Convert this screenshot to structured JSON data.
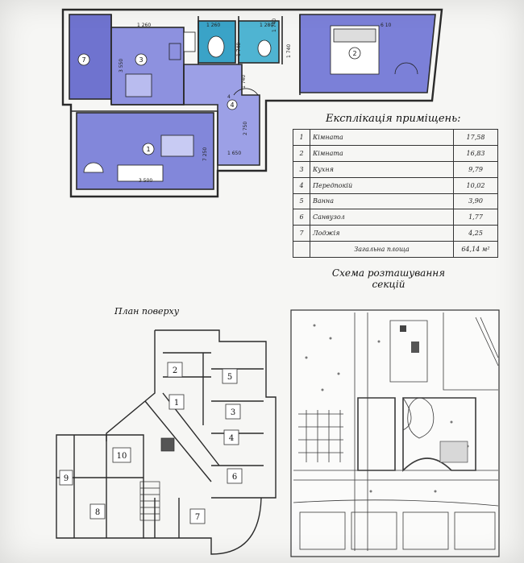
{
  "apartment_plan": {
    "room_labels": [
      "7",
      "3",
      "2",
      "1",
      "4"
    ],
    "dimensions": [
      "1 260",
      "1 260",
      "1 280",
      "1 740",
      "1 740",
      "1 740",
      "6 10",
      "3 550",
      "1 740",
      "2 750",
      "1 650",
      "7 250",
      "3 500",
      "4"
    ]
  },
  "explication": {
    "title": "Експлікація приміщень:",
    "rows": [
      {
        "num": "1",
        "name": "Кімната",
        "area": "17,58"
      },
      {
        "num": "2",
        "name": "Кімната",
        "area": "16,83"
      },
      {
        "num": "3",
        "name": "Кухня",
        "area": "9,79"
      },
      {
        "num": "4",
        "name": "Передпокій",
        "area": "10,02"
      },
      {
        "num": "5",
        "name": "Ванна",
        "area": "3,90"
      },
      {
        "num": "6",
        "name": "Санвузол",
        "area": "1,77"
      },
      {
        "num": "7",
        "name": "Лоджія",
        "area": "4,25"
      }
    ],
    "total_label": "Загальна площа",
    "total_value": "64,14 м²"
  },
  "floor_plan": {
    "title": "План поверху",
    "unit_numbers": [
      "2",
      "5",
      "1",
      "3",
      "4",
      "10",
      "6",
      "9",
      "8",
      "7"
    ]
  },
  "site_scheme": {
    "title_line1": "Схема розташування",
    "title_line2": "секцій"
  },
  "colors": {
    "room_fill": "#7b80d8",
    "room_fill_light": "#a9adec",
    "bath_fill": "#3aa3c7",
    "line": "#2a2a2a",
    "paper": "#f6f6f4"
  }
}
